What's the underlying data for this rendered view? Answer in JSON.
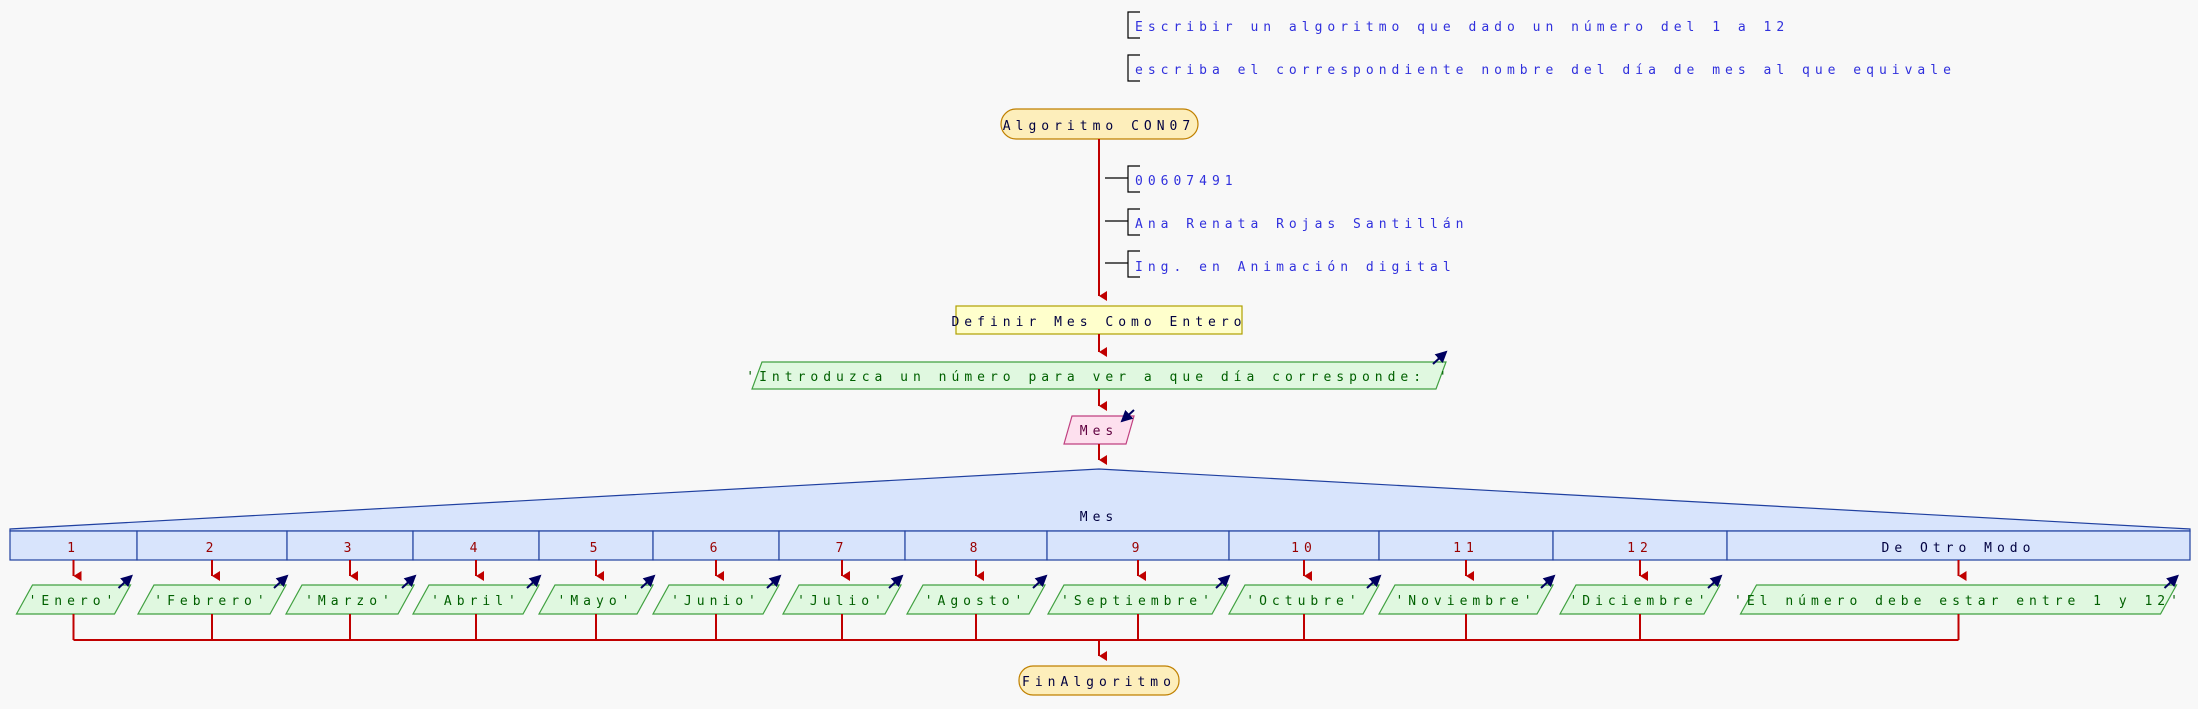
{
  "comments": {
    "header_line1": "Escribir un algoritmo que dado un número del 1 a 12",
    "header_line2": "escriba el correspondiente nombre del día de mes al que equivale",
    "id": "00607491",
    "author": "Ana Renata Rojas Santillán",
    "program": "Ing. en Animación digital"
  },
  "nodes": {
    "start": "Algoritmo CON07",
    "define": "Definir Mes Como Entero",
    "prompt": "'Introduzca un número para ver a que día corresponde: '",
    "read": "Mes",
    "switch_var": "Mes",
    "end": "FinAlgoritmo"
  },
  "cases": [
    {
      "label": "1",
      "output": "'Enero'"
    },
    {
      "label": "2",
      "output": "'Febrero'"
    },
    {
      "label": "3",
      "output": "'Marzo'"
    },
    {
      "label": "4",
      "output": "'Abril'"
    },
    {
      "label": "5",
      "output": "'Mayo'"
    },
    {
      "label": "6",
      "output": "'Junio'"
    },
    {
      "label": "7",
      "output": "'Julio'"
    },
    {
      "label": "8",
      "output": "'Agosto'"
    },
    {
      "label": "9",
      "output": "'Septiembre'"
    },
    {
      "label": "10",
      "output": "'Octubre'"
    },
    {
      "label": "11",
      "output": "'Noviembre'"
    },
    {
      "label": "12",
      "output": "'Diciembre'"
    },
    {
      "label": "De Otro Modo",
      "output": "'El número debe estar entre 1 y 12'"
    }
  ],
  "colors": {
    "flow_line": "#c00000",
    "terminal_fill": "#fdeebb",
    "define_fill": "#ffffcc",
    "output_fill": "#e0f8e0",
    "input_fill": "#fde0ee",
    "switch_fill": "#d8e4fc",
    "comment_text": "#3030dd"
  }
}
